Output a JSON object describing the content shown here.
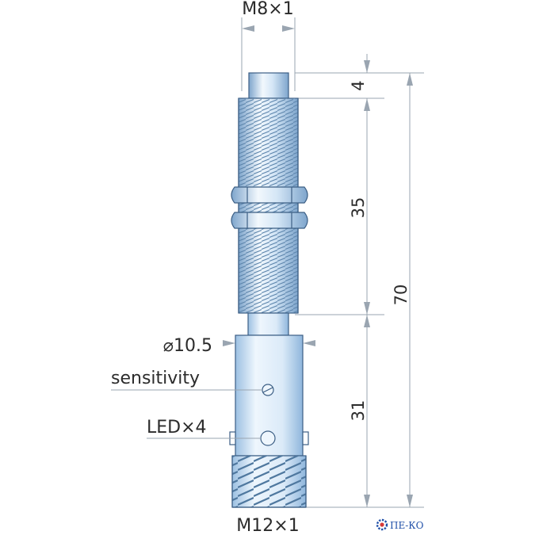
{
  "labels": {
    "thread_top": "M8×1",
    "thread_bottom": "M12×1",
    "diameter": "⌀10.5",
    "sensitivity": "sensitivity",
    "led": "LED×4"
  },
  "dimensions": {
    "tip": "4",
    "thread_length": "35",
    "overall": "70",
    "body_length": "31"
  },
  "logo": {
    "text": "ПЕ-КО"
  },
  "colors": {
    "steel_light": "#e8f2fb",
    "steel_mid": "#a9c8e6",
    "steel_dark": "#6f97bf",
    "outline": "#3c5f85",
    "dim_line": "#9aa5b1",
    "arrow": "#9aa5b1",
    "logo_blue": "#1f4fa8",
    "logo_red": "#d63b3b"
  }
}
